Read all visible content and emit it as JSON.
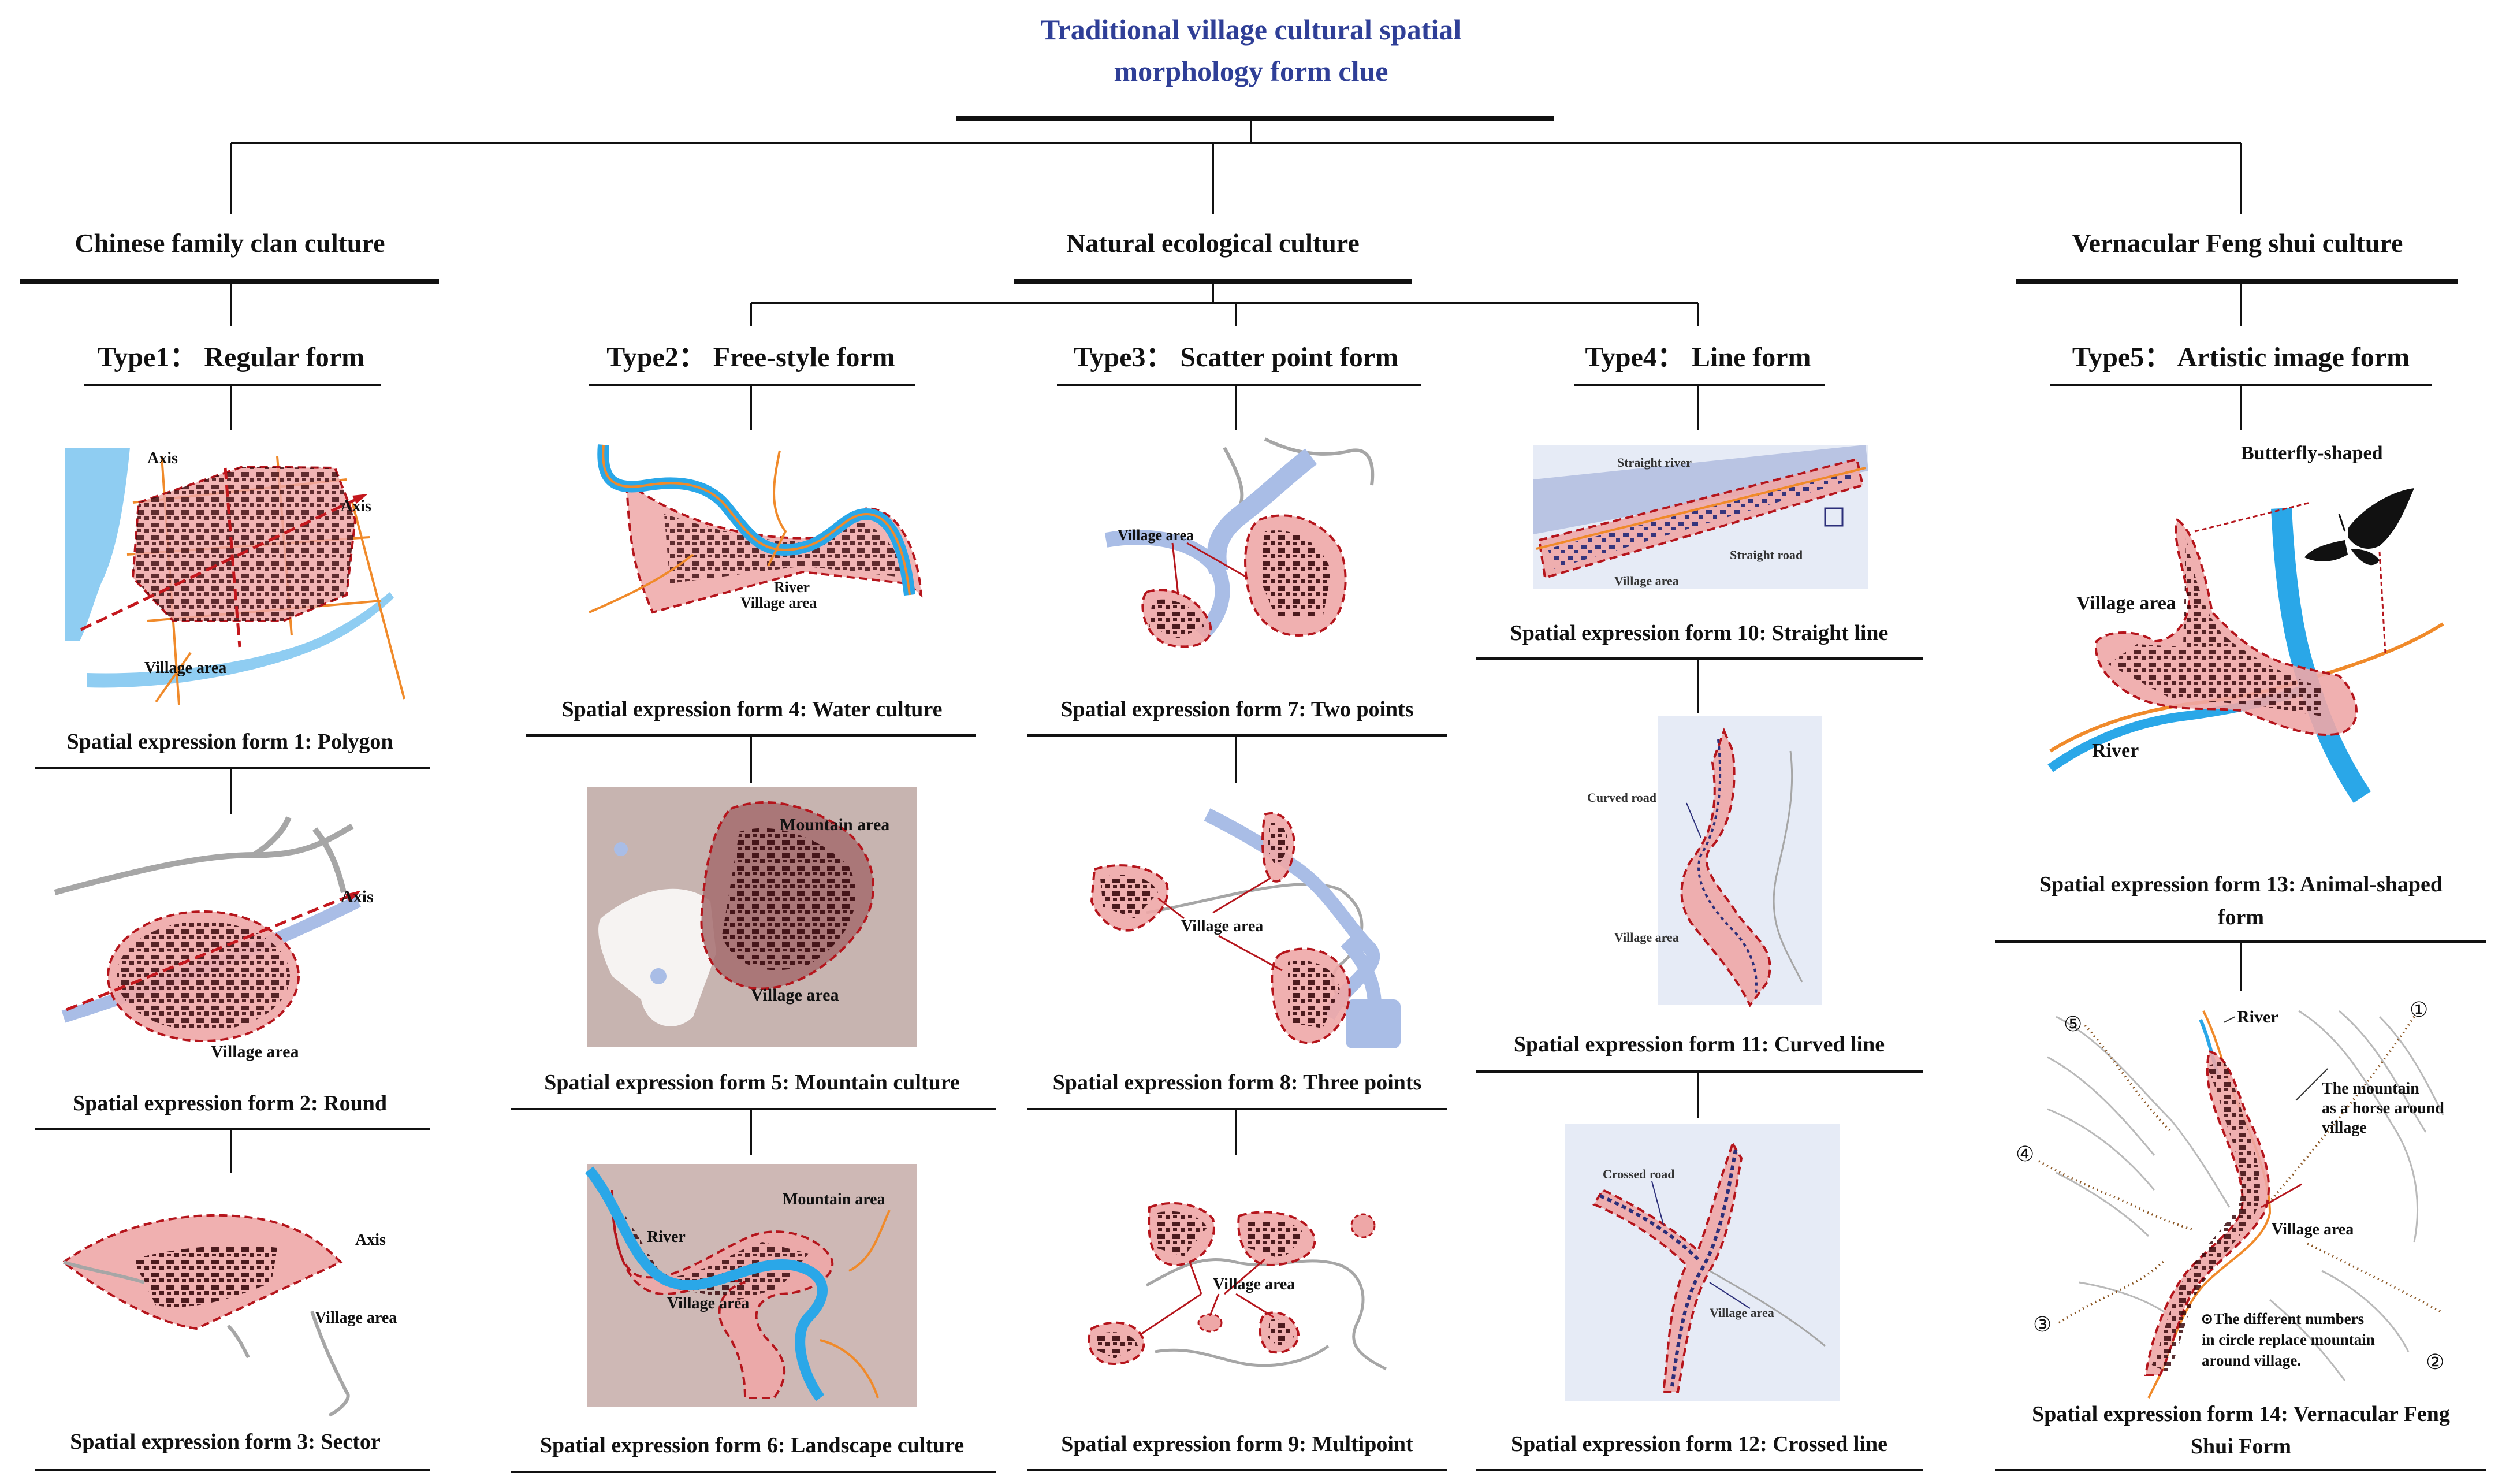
{
  "title": {
    "line1": "Traditional village cultural spatial",
    "line2": "morphology form clue"
  },
  "colors": {
    "title": "#2f3f97",
    "line": "#111111",
    "village_fill": "#eea7a7",
    "village_stroke": "#b5151c",
    "building": "#3a0a0e",
    "river": "#8fcdf2",
    "river_lilac": "#a9bde6",
    "river_bright": "#2aa7e8",
    "road": "#f08a2a",
    "axis": "#c4171d",
    "gray_road": "#a6a6a6",
    "mountain_bg": "#c7b4b0",
    "panel_blue": "#e6ebf6",
    "contour": "#b9b9b9"
  },
  "cultures": [
    {
      "label": "Chinese family clan culture"
    },
    {
      "label": "Natural ecological culture"
    },
    {
      "label": "Vernacular Feng shui culture"
    }
  ],
  "types": [
    {
      "label": "Type1： Regular form"
    },
    {
      "label": "Type2： Free-style form"
    },
    {
      "label": "Type3： Scatter point form"
    },
    {
      "label": "Type4： Line form"
    },
    {
      "label": "Type5： Artistic image form"
    }
  ],
  "forms": [
    {
      "caption": "Spatial expression form 1: Polygon",
      "labels": [
        "Axis",
        "Axis",
        "Village area"
      ]
    },
    {
      "caption": "Spatial expression form 2: Round",
      "labels": [
        "Axis",
        "Village area"
      ]
    },
    {
      "caption": "Spatial expression form 3: Sector",
      "labels": [
        "Axis",
        "Village area"
      ]
    },
    {
      "caption": "Spatial expression form 4: Water culture",
      "labels": [
        "River",
        "Village area"
      ]
    },
    {
      "caption": "Spatial expression form 5: Mountain culture",
      "labels": [
        "Mountain area",
        "Village area"
      ]
    },
    {
      "caption": "Spatial expression form 6: Landscape culture",
      "labels": [
        "Mountain area",
        "River",
        "Village area"
      ]
    },
    {
      "caption": "Spatial expression form 7: Two points",
      "labels": [
        "Village area"
      ]
    },
    {
      "caption": "Spatial expression form 8: Three points",
      "labels": [
        "Village area"
      ]
    },
    {
      "caption": "Spatial expression form 9: Multipoint",
      "labels": [
        "Village area"
      ]
    },
    {
      "caption": "Spatial expression form 10: Straight line",
      "labels": [
        "Straight river",
        "Straight road",
        "Village area"
      ]
    },
    {
      "caption": "Spatial expression form 11: Curved line",
      "labels": [
        "Curved road",
        "Village area"
      ]
    },
    {
      "caption": "Spatial expression form 12: Crossed line",
      "labels": [
        "Crossed road",
        "Village area"
      ]
    },
    {
      "caption_line1": "Spatial expression form 13: Animal-shaped",
      "caption_line2": "form",
      "labels": [
        "Butterfly-shaped",
        "Village area",
        "River"
      ]
    },
    {
      "caption_line1": "Spatial expression form 14: Vernacular Feng",
      "caption_line2": "Shui Form",
      "labels": [
        "River",
        "The mountain",
        "as a horse around",
        "village",
        "Village area",
        "⊙The different numbers",
        "in circle replace mountain",
        "around village."
      ],
      "numbers": [
        "①",
        "②",
        "③",
        "④",
        "⑤"
      ]
    }
  ]
}
